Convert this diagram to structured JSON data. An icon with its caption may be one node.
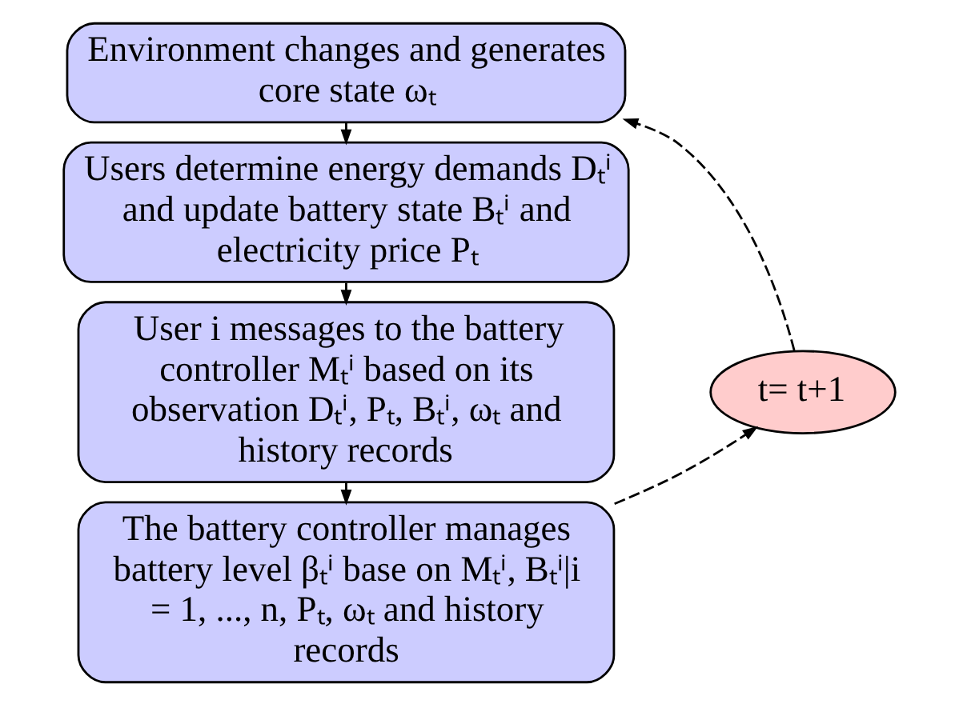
{
  "diagram": {
    "nodes": [
      {
        "text": [
          "Environment changes and generates core state ωₜ"
        ]
      },
      {
        "text": [
          "Users determine energy demands Dₜⁱ and update battery state Bₜⁱ and electricity price Pₜ"
        ]
      },
      {
        "text": [
          "User i messages to the battery controller Mₜⁱ based on its observation Dₜⁱ, Pₜ, Bₜⁱ, ωₜ and history records"
        ]
      },
      {
        "text": [
          "The battery controller manages battery level βₜⁱ base on Mₜⁱ, Bₜⁱ|i = 1, ..., n, Pₜ, ωₜ and history records"
        ]
      },
      {
        "text": [
          "t= t+1"
        ]
      }
    ],
    "edges": [
      {
        "from": 0,
        "to": 1,
        "arrow": "to"
      },
      {
        "from": 1,
        "to": 2,
        "arrow": "to"
      },
      {
        "from": 2,
        "to": 3,
        "arrow": "to"
      },
      {
        "from": 3,
        "to": 4,
        "arrow": "to",
        "style": "dashed"
      },
      {
        "from": 4,
        "to": 0,
        "arrow": "to",
        "style": "dashed"
      }
    ]
  }
}
